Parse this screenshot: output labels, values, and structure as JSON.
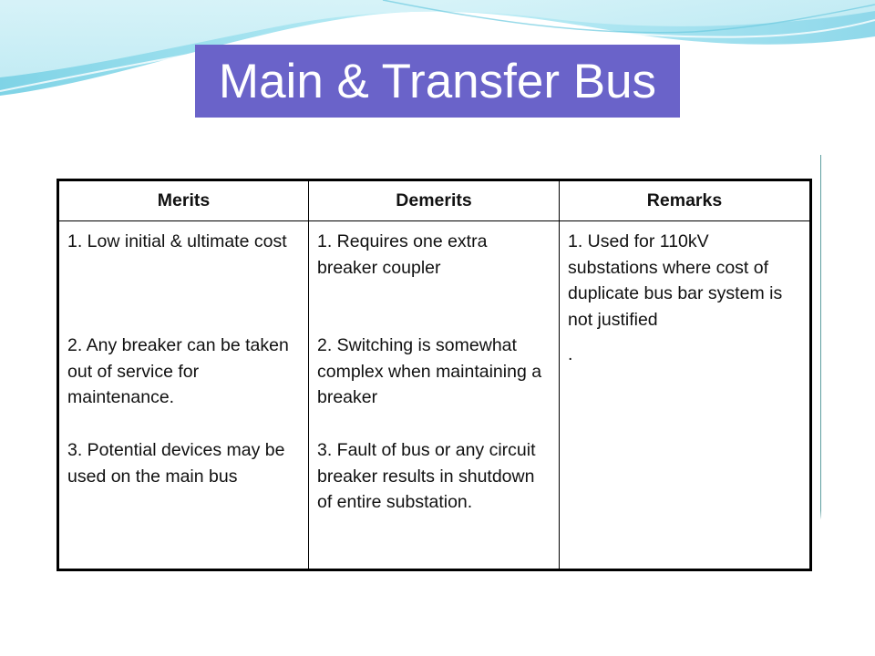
{
  "slide": {
    "title": "Main & Transfer Bus",
    "colors": {
      "title_bg": "#6a63c9",
      "title_text": "#ffffff",
      "accent_teal": "#5e9ea0",
      "swoosh_light": "#a8e6f0"
    }
  },
  "table": {
    "headers": [
      "Merits",
      "Demerits",
      "Remarks"
    ],
    "merits": [
      "1. Low initial & ultimate cost",
      "2. Any breaker can be taken out of service for maintenance.",
      "3. Potential devices may be used on the main bus"
    ],
    "demerits": [
      "1. Requires one extra breaker coupler",
      "2. Switching is somewhat complex when maintaining a breaker",
      "3. Fault of bus or any circuit breaker results in shutdown of entire substation."
    ],
    "remarks": [
      "1. Used for 110kV substations where cost of duplicate bus bar system is not justified",
      "."
    ]
  }
}
